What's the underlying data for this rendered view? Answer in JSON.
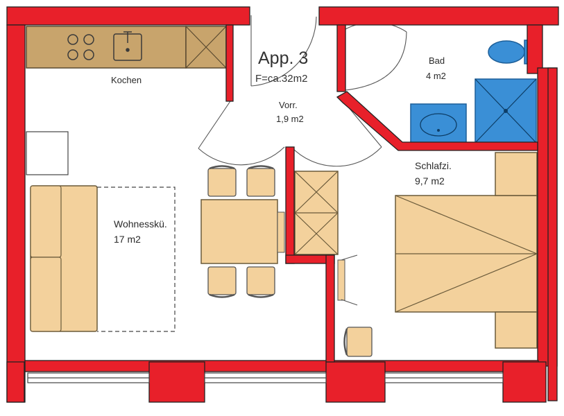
{
  "apartment": {
    "title": "App. 3",
    "area": "F=ca.32m2"
  },
  "rooms": {
    "kitchen": {
      "name": "Kochen"
    },
    "hall": {
      "name": "Vorr.",
      "area": "1,9 m2"
    },
    "bath": {
      "name": "Bad",
      "area": "4 m2"
    },
    "living": {
      "name": "Wohnesskü.",
      "area": "17 m2"
    },
    "bedroom": {
      "name": "Schlafzi.",
      "area": "9,7 m2"
    }
  },
  "colors": {
    "wall": "#e8202a",
    "furniture": "#f3d19c",
    "counter": "#c8a46c",
    "sanitary": "#3a8fd6",
    "line": "#555555"
  }
}
